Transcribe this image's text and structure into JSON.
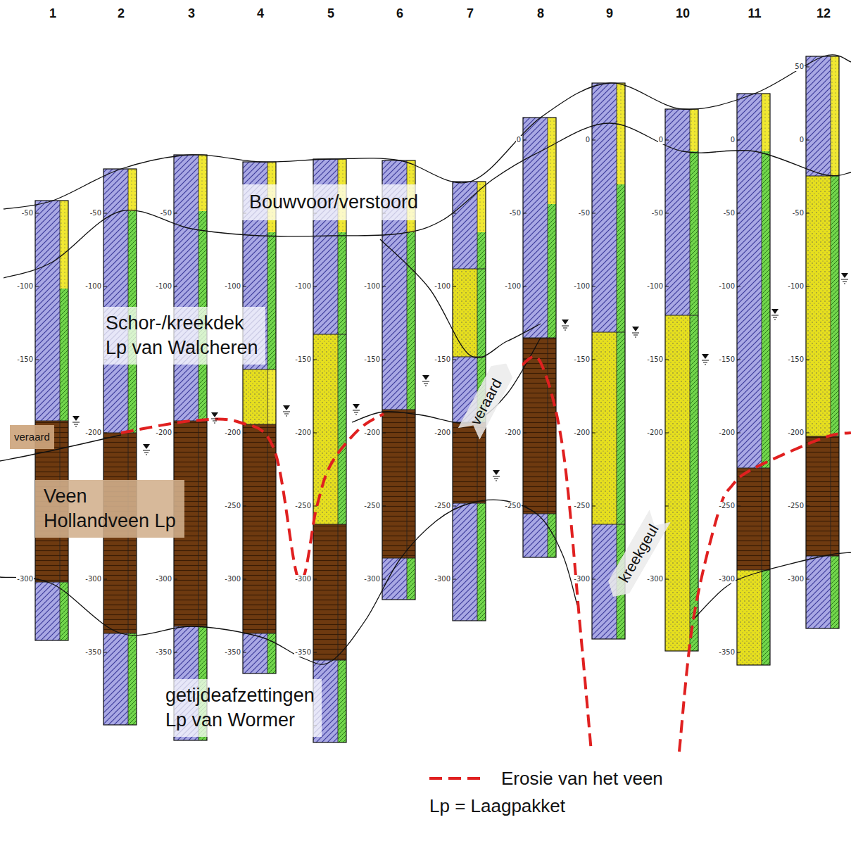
{
  "diagram": {
    "nodes": [
      {
        "text": [
          "Bouwvoor/verstoord"
        ]
      },
      {
        "text": [
          "Schor-/kreekdek",
          "Lp van Walcheren"
        ]
      },
      {
        "text": [
          "veraard"
        ]
      },
      {
        "text": [
          "veraard"
        ]
      },
      {
        "text": [
          "Veen",
          "Hollandveen Lp"
        ]
      },
      {
        "text": [
          "kreekgeul"
        ]
      },
      {
        "text": [
          "getijdeafzettingen",
          "Lp van Wormer"
        ]
      }
    ],
    "labels": [
      "1",
      "2",
      "3",
      "4",
      "5",
      "6",
      "7",
      "8",
      "9",
      "10",
      "11",
      "12",
      "-50",
      "-100",
      "-150",
      "-300",
      "-50",
      "-100",
      "-200",
      "-300",
      "-350",
      "-50",
      "-100",
      "-200",
      "-300",
      "-350",
      "-100",
      "-200",
      "-250",
      "-300",
      "-350",
      "-100",
      "-150",
      "-200",
      "-250",
      "-300",
      "-350",
      "-100",
      "-150",
      "-200",
      "-250",
      "-300",
      "-100",
      "-150",
      "-200",
      "-250",
      "-300",
      "0",
      "-50",
      "-100",
      "-200",
      "-250",
      "0",
      "-50",
      "-100",
      "-150",
      "-200",
      "-250",
      "-300",
      "0",
      "-50",
      "-100",
      "-150",
      "-200",
      "-300",
      "0",
      "-50",
      "-100",
      "-150",
      "-200",
      "-250",
      "-300",
      "-350",
      "50",
      "0",
      "-50",
      "-100",
      "-150",
      "-200",
      "-250",
      "-300",
      "Lp = Laagpakket"
    ],
    "legend": [
      {
        "text": "Erosie van het veen"
      }
    ]
  }
}
